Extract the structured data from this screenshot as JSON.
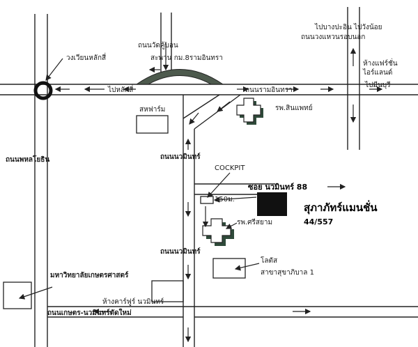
{
  "labels": {
    "circle": "วงเวียนหลักสี่",
    "wat_kub_on": "ถนนวัดคู้บอน",
    "bridge": "สะพาน กม.8รามอินทรา",
    "bang_pa_in": "ไปบางปะอิน ไปวังน้อย",
    "outer_ring": "ถนนวงแหวนรอบนอก",
    "fashion_island_1": "ห้างแฟร์ชั่น",
    "fashion_island_2": "ไอร์แลนด์",
    "to_minburi": "ไปมีนบุรี",
    "to_laksi": "ไปหลักสี่",
    "ramindra": "ถนนรามอินทรา",
    "intrapat": "รพ.สินแพทย์",
    "safari": "สหฟาร์ม",
    "phahonyothin": "ถนนพหลโยธิน",
    "nawamin_1": "ถนนนวมินทร์",
    "cockpit": "COCKPIT",
    "soi_88": "ซอย นวมินทร์ 88",
    "distance": "150ม.",
    "supapat_name": "สุภาภัทร์แมนชั่น",
    "supapat_no": "44/557",
    "srisiam": "รพ.ศรีสยาม",
    "nawamin_2": "ถนนนวมินทร์",
    "lotus_1": "โลตัส",
    "lotus_2": "สาขาสุขาภิบาล 1",
    "kaset_uni": "มหาวิทยาลัยเกษตรศาสตร์",
    "carrefour": "ห้างคาร์ฟูร์ นวมินทร์",
    "kaset_nawamin": "ถนนเกษตร-นวมินทร์ตัดใหม่"
  },
  "colors": {
    "road": "#222222",
    "bridge": "#4d5a4d",
    "target_building": "#111111",
    "hospital_shadow": "#2f4a3a"
  }
}
